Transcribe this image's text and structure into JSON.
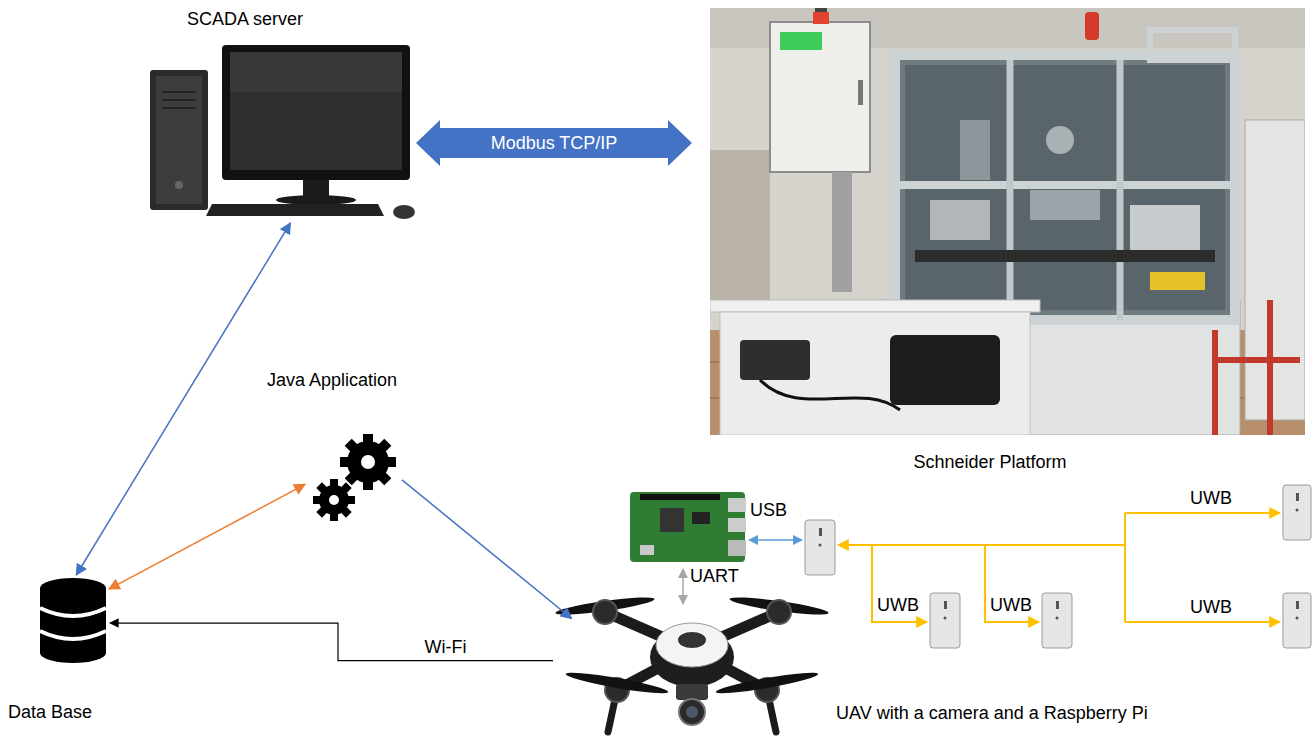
{
  "diagram": {
    "nodes": [
      {
        "text": [
          "SCADA server"
        ]
      },
      {
        "text": [
          "Schneider Platform"
        ]
      },
      {
        "text": [
          "Java Application"
        ]
      },
      {
        "text": [
          "Data Base"
        ]
      },
      {
        "text": [
          "UAV with a camera and a Raspberry Pi"
        ]
      }
    ],
    "edges": [
      {
        "from": 0,
        "to": 1,
        "label": "Modbus TCP/IP",
        "arrow": "both"
      },
      {
        "from": 3,
        "to": 0,
        "arrow": "both"
      },
      {
        "from": 3,
        "to": 2,
        "arrow": "both"
      },
      {
        "from": 2,
        "to": 4,
        "arrow": "to"
      },
      {
        "from": 4,
        "to": 3,
        "label": "Wi-Fi",
        "arrow": "to"
      }
    ],
    "labels": [
      "USB",
      "UART",
      "UWB",
      "UWB",
      "UWB",
      "UWB"
    ]
  }
}
